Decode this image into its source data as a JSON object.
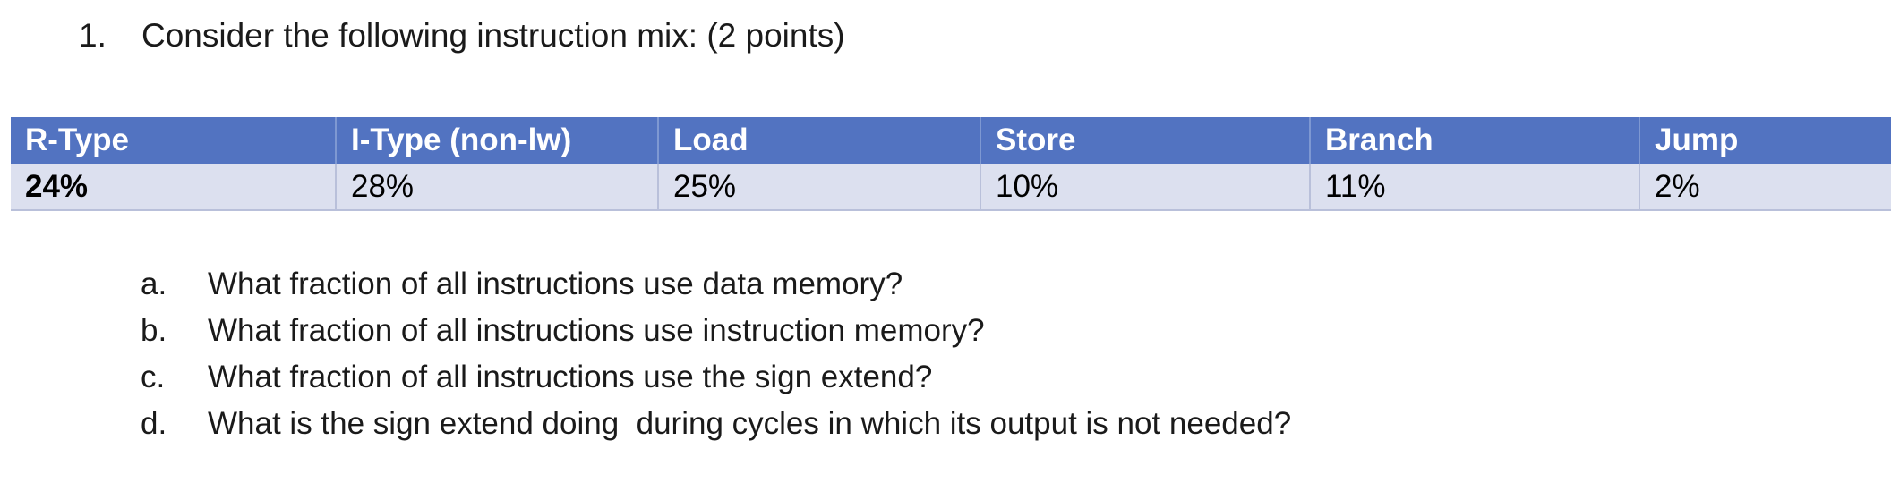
{
  "question": {
    "marker": "1.",
    "text": "Consider the following instruction mix: (2 points)"
  },
  "table": {
    "headers": [
      "R-Type",
      "I-Type (non-lw)",
      "Load",
      "Store",
      "Branch",
      "Jump"
    ],
    "rows": [
      [
        "24%",
        "28%",
        "25%",
        "10%",
        "11%",
        "2%"
      ]
    ],
    "colors": {
      "header_bg": "#5273c1",
      "header_text": "#ffffff",
      "row_bg": "#dce0ef",
      "row_text": "#000000",
      "header_divider": "#7e98d2",
      "row_divider": "#b9c0da"
    }
  },
  "sub_questions": [
    {
      "marker": "a.",
      "text": "What fraction of all instructions use data memory?"
    },
    {
      "marker": "b.",
      "text": "What fraction of all instructions use instruction memory?"
    },
    {
      "marker": "c.",
      "text": "What fraction of all instructions use the sign extend?"
    },
    {
      "marker": "d.",
      "text": "What is the sign extend doing  during cycles in which its output is not needed?"
    }
  ]
}
